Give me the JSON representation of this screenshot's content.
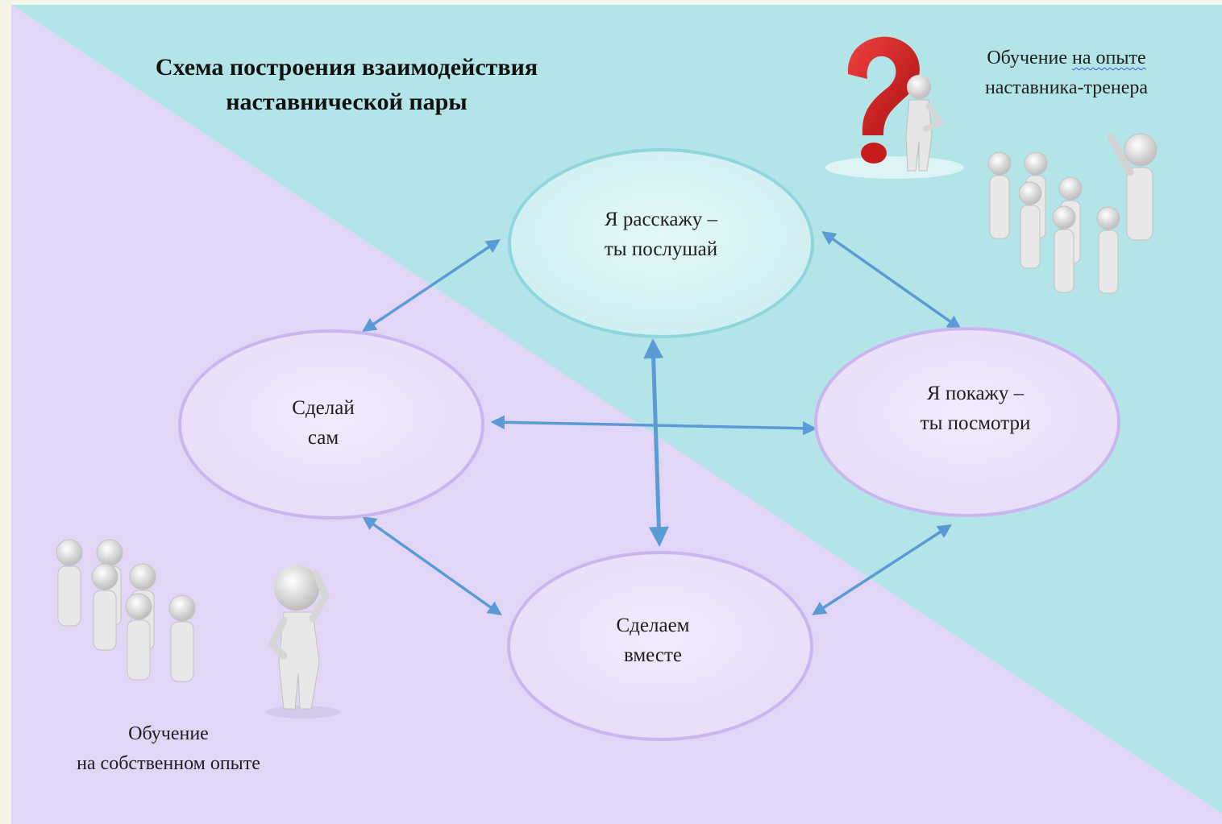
{
  "title_line1": "Схема построения взаимодействия",
  "title_line2": "наставнической пары",
  "nodes": {
    "tell": {
      "line1": "Я расскажу –",
      "line2": "ты послушай"
    },
    "show": {
      "line1": "Я покажу –",
      "line2": "ты посмотри"
    },
    "self": {
      "line1": "Сделай",
      "line2": "сам"
    },
    "together": {
      "line1": "Сделаем",
      "line2": "вместе"
    }
  },
  "captions": {
    "mentor_experience": {
      "part1": "Обучение ",
      "part2": "на  опыте",
      "line2": "наставника-тренера"
    },
    "own_experience": {
      "line1": "Обучение",
      "line2": "на собственном опыте"
    }
  },
  "colors": {
    "teal_bg": "#b3e5e8",
    "lavender_bg": "#e2d6f6",
    "arrow": "#5b9bd5",
    "question_mark": "#d42424"
  },
  "icons": [
    "question-mark-figure-icon",
    "group-with-leader-icon",
    "group-figures-icon",
    "thinking-figure-icon"
  ]
}
